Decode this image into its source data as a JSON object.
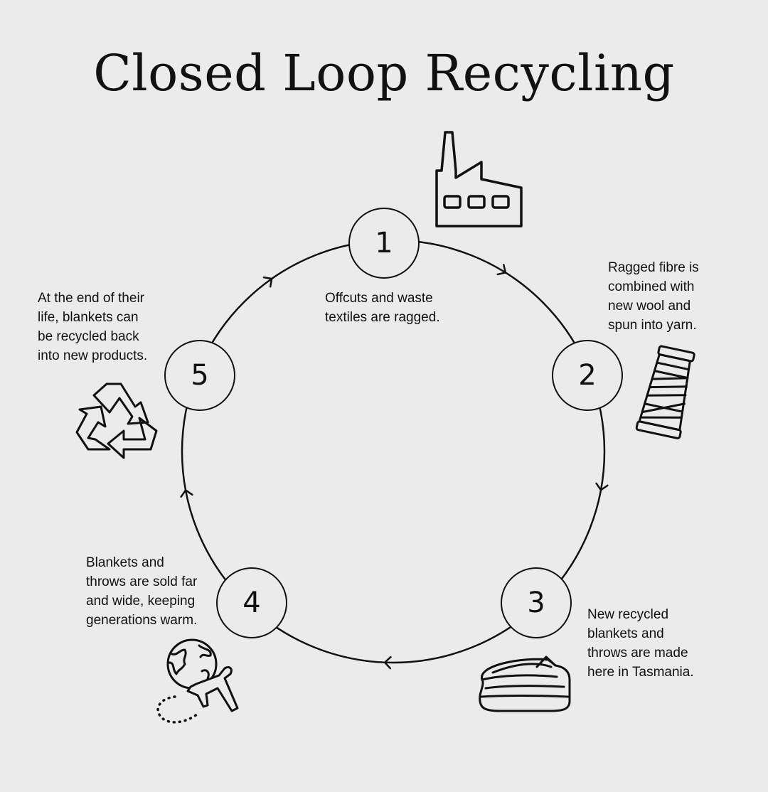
{
  "title": "Closed Loop Recycling",
  "steps": [
    {
      "number": "1",
      "text_lines": [
        "Offcuts and waste",
        "textiles are ragged."
      ],
      "icon": "factory-icon"
    },
    {
      "number": "2",
      "text_lines": [
        "Ragged fibre is",
        "combined with",
        "new wool and",
        "spun into yarn."
      ],
      "icon": "yarn-spool-icon"
    },
    {
      "number": "3",
      "text_lines": [
        "New recycled",
        "blankets and",
        "throws are made",
        "here in Tasmania."
      ],
      "icon": "folded-blanket-icon"
    },
    {
      "number": "4",
      "text_lines": [
        "Blankets and",
        "throws are sold far",
        "and wide, keeping",
        "generations warm."
      ],
      "icon": "globe-plane-icon"
    },
    {
      "number": "5",
      "text_lines": [
        "At the end of their",
        "life, blankets can",
        "be recycled back",
        "into new products."
      ],
      "icon": "recycle-icon"
    }
  ]
}
